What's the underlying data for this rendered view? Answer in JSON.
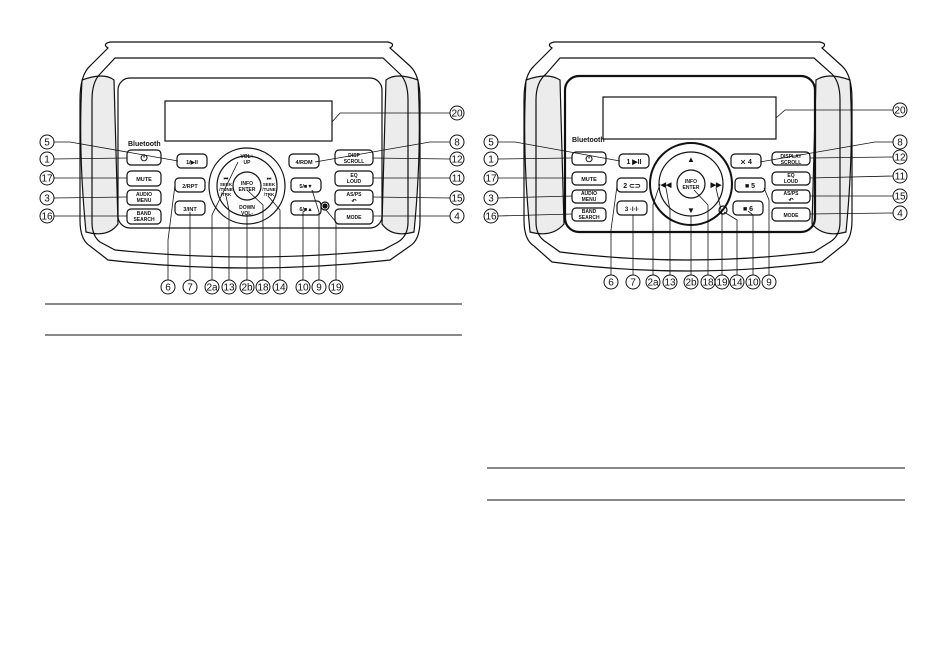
{
  "left_unit": {
    "brand": "Bluetooth",
    "buttons": {
      "power": "⏻",
      "mute": "MUTE",
      "audio_l1": "AUDIO",
      "audio_l2": "MENU",
      "band_l1": "BAND",
      "band_l2": "SEARCH",
      "preset1": "1/▶II",
      "preset2": "2/RPT",
      "preset3": "3/INT",
      "preset4": "4/RDM",
      "preset5": "5/■▼",
      "preset6": "6/■▲",
      "disp_l1": "DISP",
      "disp_l2": "SCROLL",
      "eq_l1": "EQ",
      "eq_l2": "LOUD",
      "as_l1": "AS/PS",
      "as_l2": "↶",
      "mode": "MODE"
    },
    "knob": {
      "vol_up_l1": "VOL+",
      "vol_up_l2": "UP",
      "down_l1": "DOWN",
      "down_l2": "VOL-",
      "info_l1": "INFO",
      "info_l2": "ENTER",
      "seek_l_icon": "⏮",
      "seek_l1": "SEEK",
      "seek_l2": "/TUNE",
      "seek_l3": "/TRK",
      "seek_r_icon": "⏭",
      "seek_r1": "SEEK",
      "seek_r2": "/TUNE",
      "seek_r3": "/TRK"
    },
    "callouts": {
      "c1": "1",
      "c2a": "2a",
      "c2b": "2b",
      "c3": "3",
      "c4": "4",
      "c5": "5",
      "c6": "6",
      "c7": "7",
      "c8": "8",
      "c9": "9",
      "c10": "10",
      "c11": "11",
      "c12": "12",
      "c13": "13",
      "c14": "14",
      "c15": "15",
      "c16": "16",
      "c17": "17",
      "c18": "18",
      "c19": "19",
      "c20": "20"
    }
  },
  "right_unit": {
    "brand": "Bluetooth",
    "buttons": {
      "power": "⏻",
      "mute": "MUTE",
      "audio_l1": "AUDIO",
      "audio_l2": "MENU",
      "band_l1": "BAND",
      "band_l2": "SEARCH",
      "preset1": "1 ▶II",
      "preset2": "2 ⊂⊃",
      "preset3": "3 ·I·I·",
      "preset4": "⨯ 4",
      "preset5": "■ 5",
      "preset6": "■ 6",
      "disp_l1": "DISPLAY",
      "disp_l2": "SCROLL",
      "eq_l1": "EQ",
      "eq_l2": "LOUD",
      "as_l1": "AS/PS",
      "as_l2": "↶",
      "mode": "MODE"
    },
    "knob": {
      "up": "▲",
      "down": "▼",
      "left": "◀◀",
      "right": "▶▶",
      "info_l1": "INFO",
      "info_l2": "ENTER"
    },
    "callouts": {
      "c1": "1",
      "c2a": "2a",
      "c2b": "2b",
      "c3": "3",
      "c4": "4",
      "c5": "5",
      "c6": "6",
      "c7": "7",
      "c8": "8",
      "c9": "9",
      "c10": "10",
      "c11": "11",
      "c12": "12",
      "c13": "13",
      "c14": "14",
      "c15": "15",
      "c16": "16",
      "c17": "17",
      "c18": "18",
      "c19": "19",
      "c20": "20"
    }
  }
}
